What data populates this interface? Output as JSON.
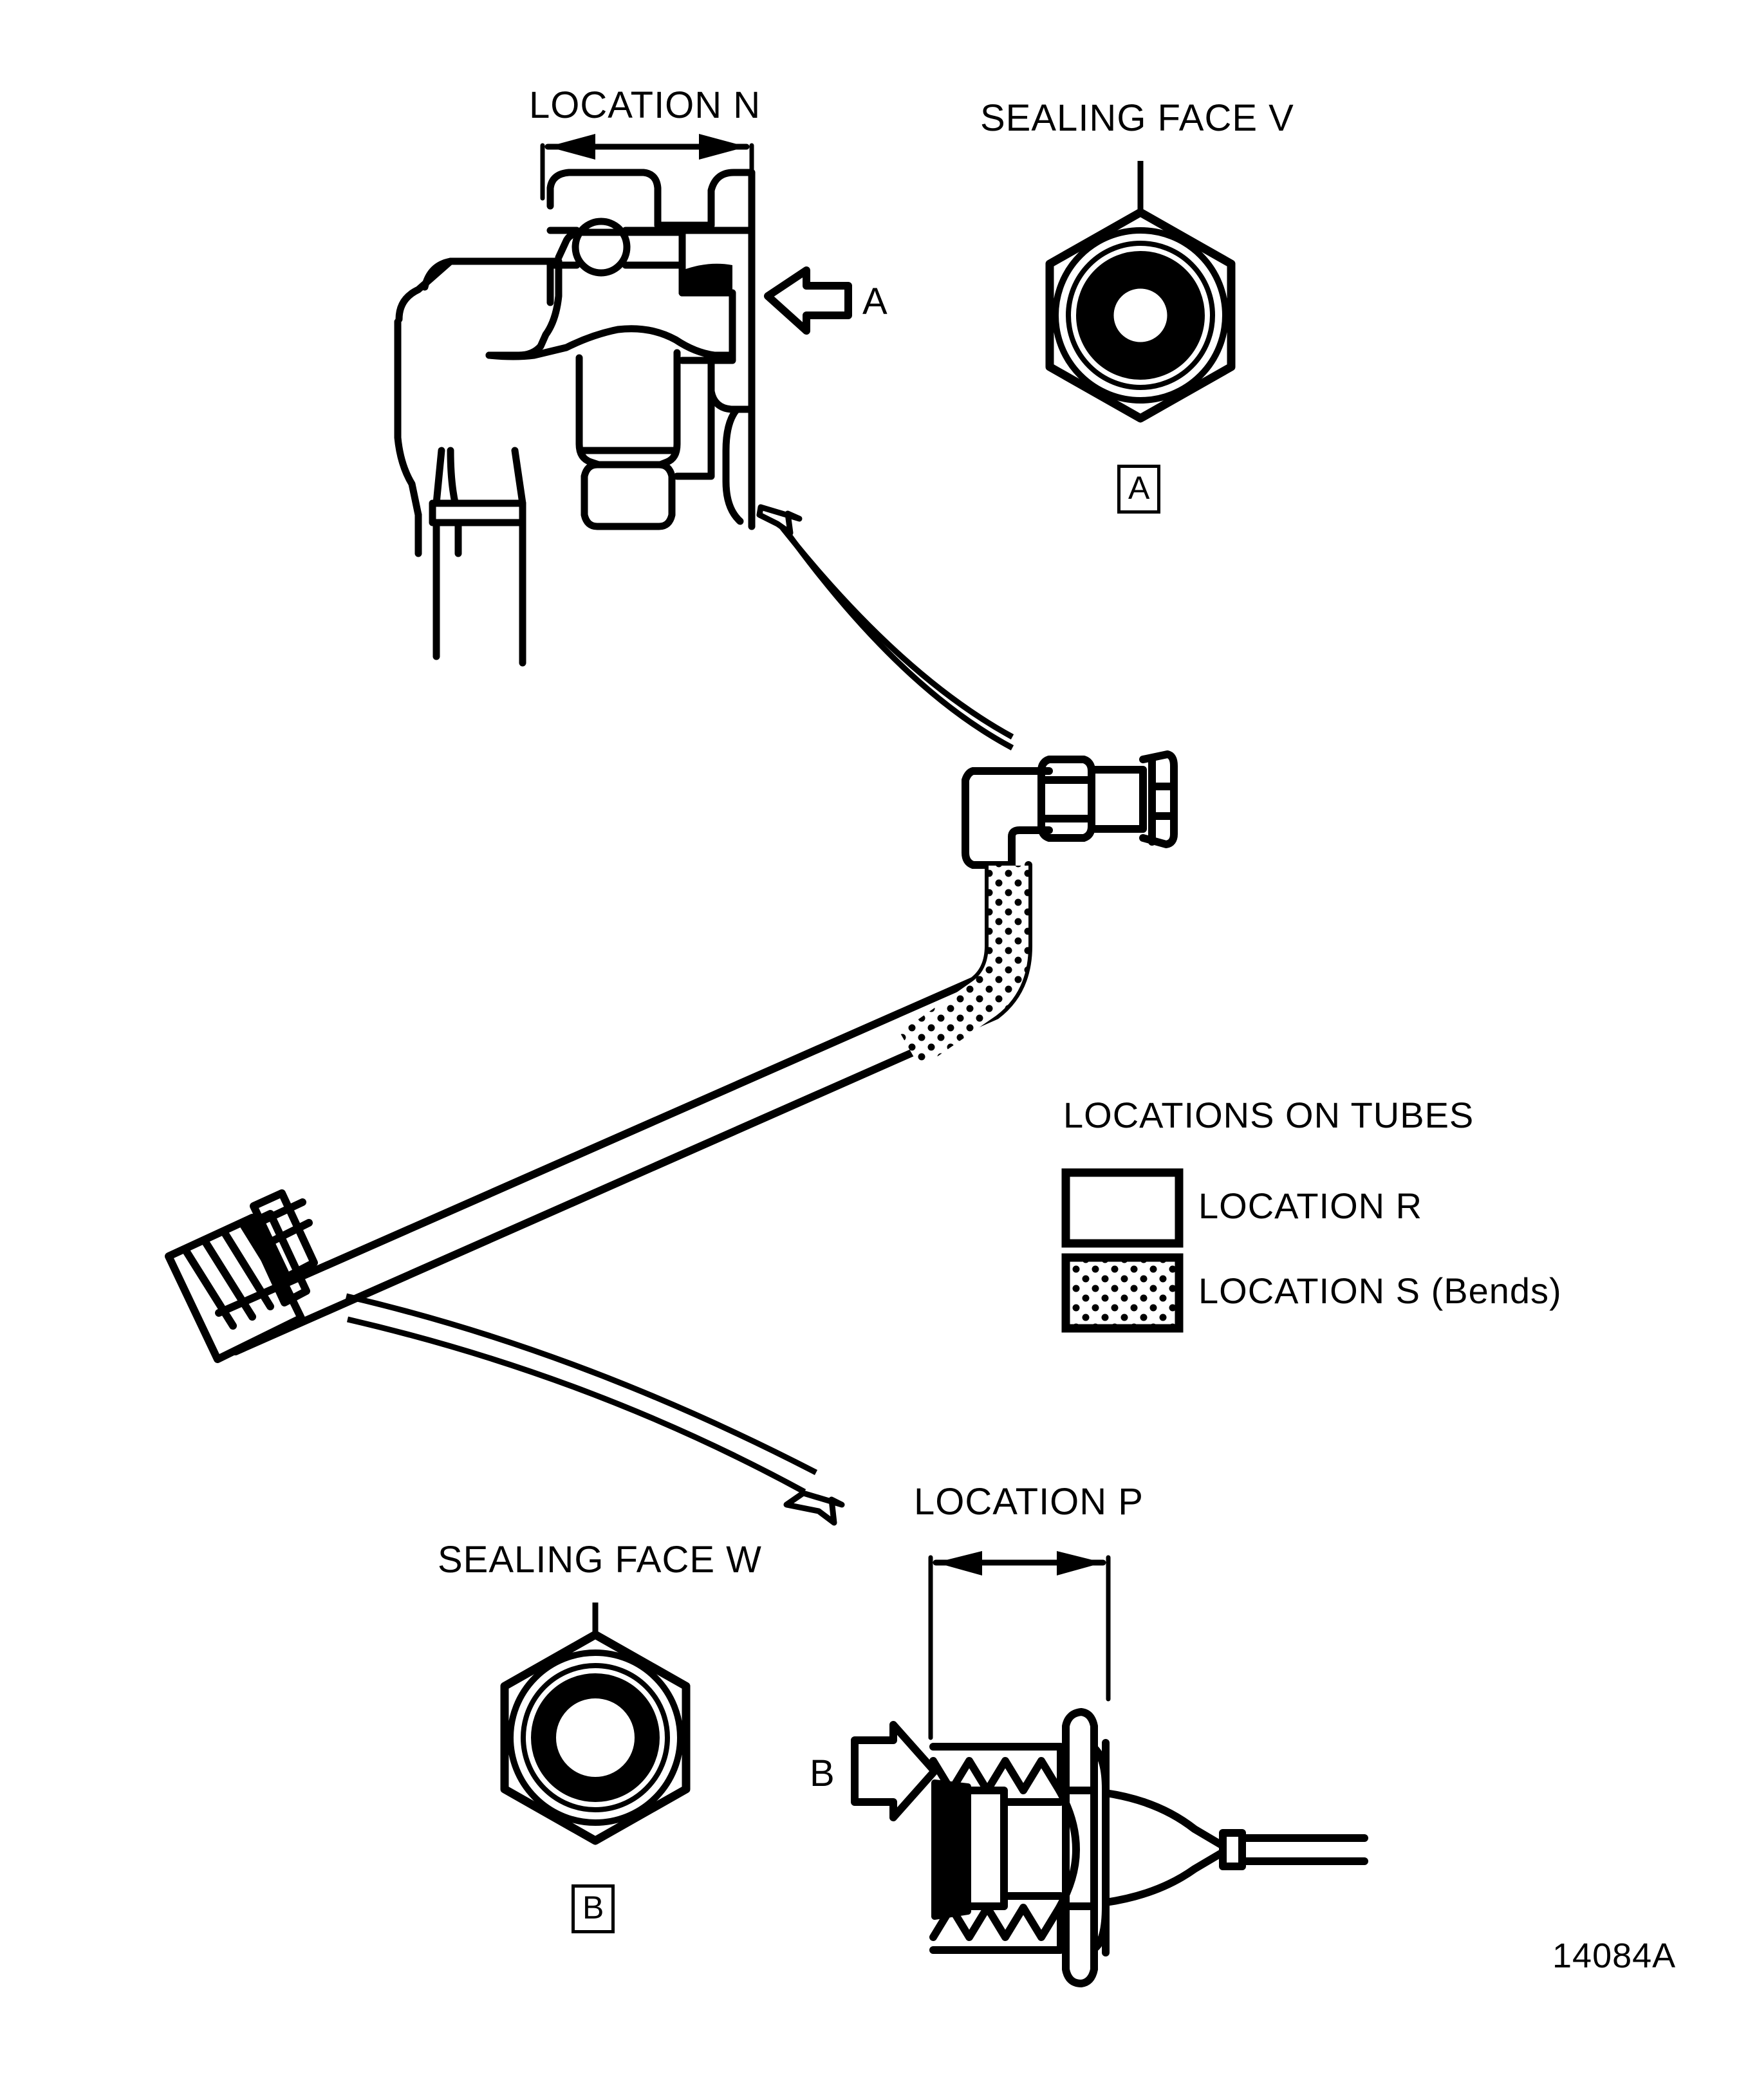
{
  "figure": {
    "id_label": "14084A",
    "domain_kind": "technical-line-drawing",
    "description": "Hydraulic tube assembly with elbow fitting and threaded end fitting, showing inspection locations and sealing faces"
  },
  "callouts": {
    "location_n": "LOCATION N",
    "sealing_face_v": "SEALING FACE V",
    "sealing_face_w": "SEALING FACE W",
    "location_p": "LOCATION P",
    "detail_a_box": "A",
    "detail_b_box": "B",
    "view_arrow_a": "A",
    "view_arrow_b": "B"
  },
  "legend": {
    "title": "LOCATIONS ON TUBES",
    "items": [
      {
        "label": "LOCATION R",
        "swatch": "plain"
      },
      {
        "label": "LOCATION S (Bends)",
        "swatch": "dotted"
      }
    ]
  },
  "colors": {
    "ink": "#000000",
    "paper": "#ffffff"
  }
}
